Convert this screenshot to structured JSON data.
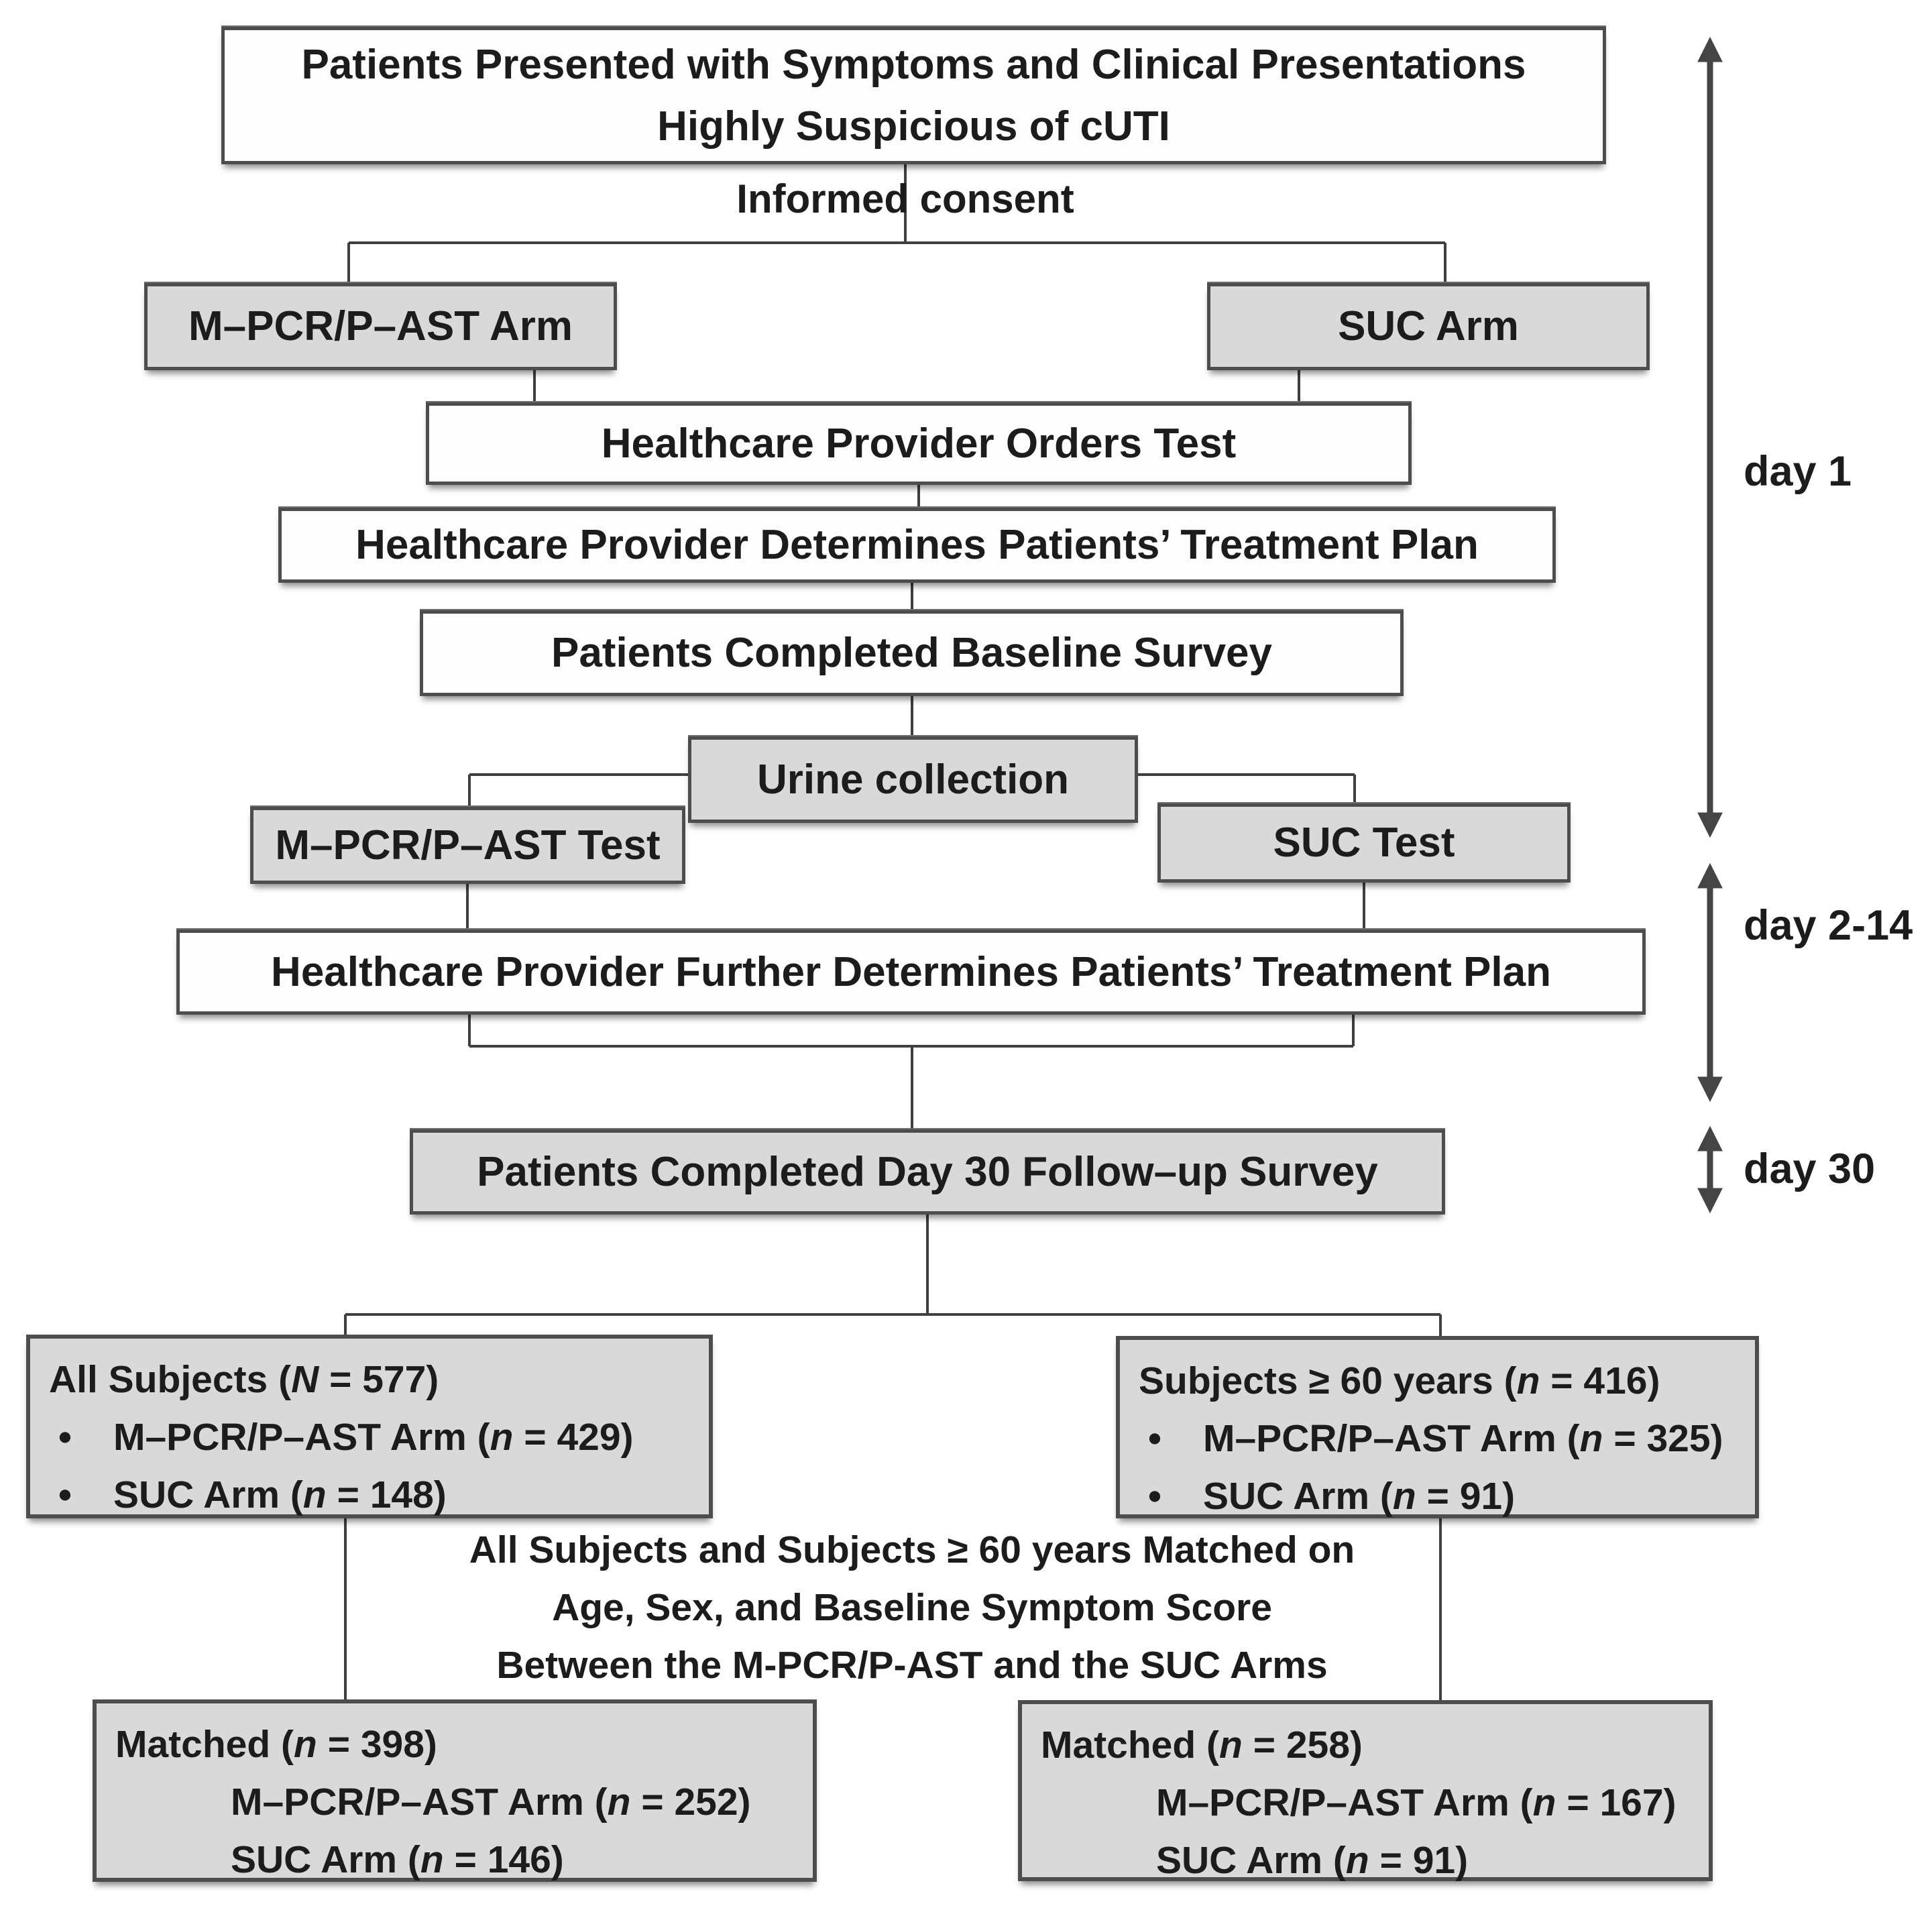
{
  "boxes": {
    "top": {
      "line1": "Patients Presented with Symptoms and Clinical Presentations",
      "line2": "Highly Suspicious of cUTI"
    },
    "arm_left": "M–PCR/P–AST Arm",
    "arm_right": "SUC Arm",
    "orders": "Healthcare Provider Orders Test",
    "determines": "Healthcare Provider Determines Patients’ Treatment Plan",
    "baseline": "Patients Completed Baseline Survey",
    "urine": "Urine collection",
    "test_left": "M–PCR/P–AST Test",
    "test_right": "SUC Test",
    "further": "Healthcare Provider Further Determines Patients’ Treatment Plan",
    "day30_survey": "Patients Completed Day 30 Follow–up Survey",
    "all_subjects": {
      "title": "All Subjects (N = 577)",
      "items": [
        "M–PCR/P–AST Arm (n = 429)",
        "SUC Arm (n = 148)"
      ]
    },
    "subjects_60": {
      "title": "Subjects ≥ 60 years (n = 416)",
      "items": [
        "M–PCR/P–AST Arm (n =  325)",
        "SUC Arm (n = 91)"
      ]
    },
    "matched_left": {
      "title": "Matched (n = 398)",
      "items": [
        "M–PCR/P–AST  Arm (n = 252)",
        "SUC Arm (n = 146)"
      ]
    },
    "matched_right": {
      "title": "Matched (n = 258)",
      "items": [
        "M–PCR/P–AST Arm (n = 167)",
        "SUC Arm (n = 91)"
      ]
    }
  },
  "labels": {
    "informed_consent": "Informed consent",
    "bullet_char": "•"
  },
  "matched_note": [
    "All Subjects and Subjects ≥ 60 years Matched on",
    "Age, Sex, and Baseline Symptom Score",
    "Between the M-PCR/P-AST and the SUC Arms"
  ],
  "timeline": {
    "day1": "day 1",
    "day2_14": "day 2-14",
    "day30": "day 30"
  },
  "colors": {
    "box_gray": "#d9d9d9",
    "box_white": "#fdfdfd",
    "border": "#4d4d4d",
    "connector": "#3f3f3f",
    "timeline_arrow": "#454545",
    "text": "#1c1c1c",
    "background": "#ffffff"
  }
}
